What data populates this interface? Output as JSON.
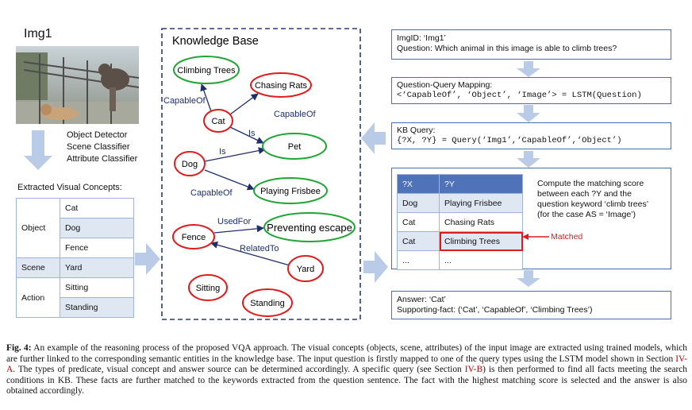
{
  "image_title": "Img1",
  "detectors": [
    "Object Detector",
    "Scene Classifier",
    "Attribute Classifier"
  ],
  "concepts_title": "Extracted Visual Concepts:",
  "concepts": [
    {
      "category": "Object",
      "items": [
        "Cat",
        "Dog",
        "Fence"
      ]
    },
    {
      "category": "Scene",
      "items": [
        "Yard"
      ]
    },
    {
      "category": "Action",
      "items": [
        "Sitting",
        "Standing"
      ]
    }
  ],
  "kb_title": "Knowledge Base",
  "kb_nodes": {
    "climbing_trees": "Climbing Trees",
    "chasing_rats": "Chasing Rats",
    "cat": "Cat",
    "pet": "Pet",
    "dog": "Dog",
    "playing_frisbee": "Playing Frisbee",
    "fence": "Fence",
    "preventing_escape": "Preventing escape",
    "yard": "Yard",
    "sitting": "Sitting",
    "standing": "Standing"
  },
  "kb_edges": {
    "cat_climbing": "CapableOf",
    "cat_chasing": "CapableOf",
    "cat_pet": "Is",
    "dog_pet": "Is",
    "dog_frisbee": "CapableOf",
    "fence_escape": "UsedFor",
    "yard_fence": "RelatedTo"
  },
  "query_box": {
    "line1": "ImgID: ‘Img1’",
    "line2": "Question: Which animal in this image is able to climb trees?"
  },
  "mapping_box": {
    "title": "Question-Query Mapping:",
    "formula": "<‘CapableOf’, ‘Object’, ‘Image’> = LSTM(Question)"
  },
  "kbquery_box": {
    "title": "KB Query:",
    "formula": "{?X, ?Y} = Query(‘Img1’,‘CapableOf’,‘Object’)"
  },
  "match_table": {
    "headers": [
      "?X",
      "?Y"
    ],
    "rows": [
      [
        "Dog",
        "Playing Frisbee"
      ],
      [
        "Cat",
        "Chasing Rats"
      ],
      [
        "Cat",
        "Climbing Trees"
      ],
      [
        "...",
        "..."
      ]
    ]
  },
  "match_note": {
    "line1": "Compute the matching score",
    "line2": "between each ?Y and the",
    "line3": "question keyword ‘climb trees’",
    "line4": "(for the case AS = ‘Image’)"
  },
  "matched_label": "Matched",
  "answer_box": {
    "line1": "Answer: ‘Cat’",
    "line2": "Supporting-fact: (‘Cat’, ‘CapableOf’, ‘Climbing Trees’)"
  },
  "caption": {
    "label": "Fig. 4:",
    "text1": " An example of the reasoning process of the proposed VQA approach. The visual concepts (objects, scene, attributes) of the input image are extracted using trained models, which are further linked to the corresponding semantic entities in the knowledge base. The input question is firstly mapped to one of the query types using the LSTM model shown in Section ",
    "ref1": "IV-A",
    "text2": ". The types of predicate, visual concept and answer source can be determined accordingly. A specific query (see Section ",
    "ref2": "IV-B",
    "text3": ") is then performed to find all facts meeting the search conditions in KB. These facts are further matched to the keywords extracted from the question sentence. The fact with the highest matching score is selected and the answer is also obtained accordingly."
  },
  "colors": {
    "arrow_blue": "#b9cbe6",
    "node_red": "#e01b1b",
    "node_green": "#1ea533",
    "box_border": "#4a6fae",
    "matched_red": "#e01b1b",
    "label_navy": "#1f2f6b"
  }
}
